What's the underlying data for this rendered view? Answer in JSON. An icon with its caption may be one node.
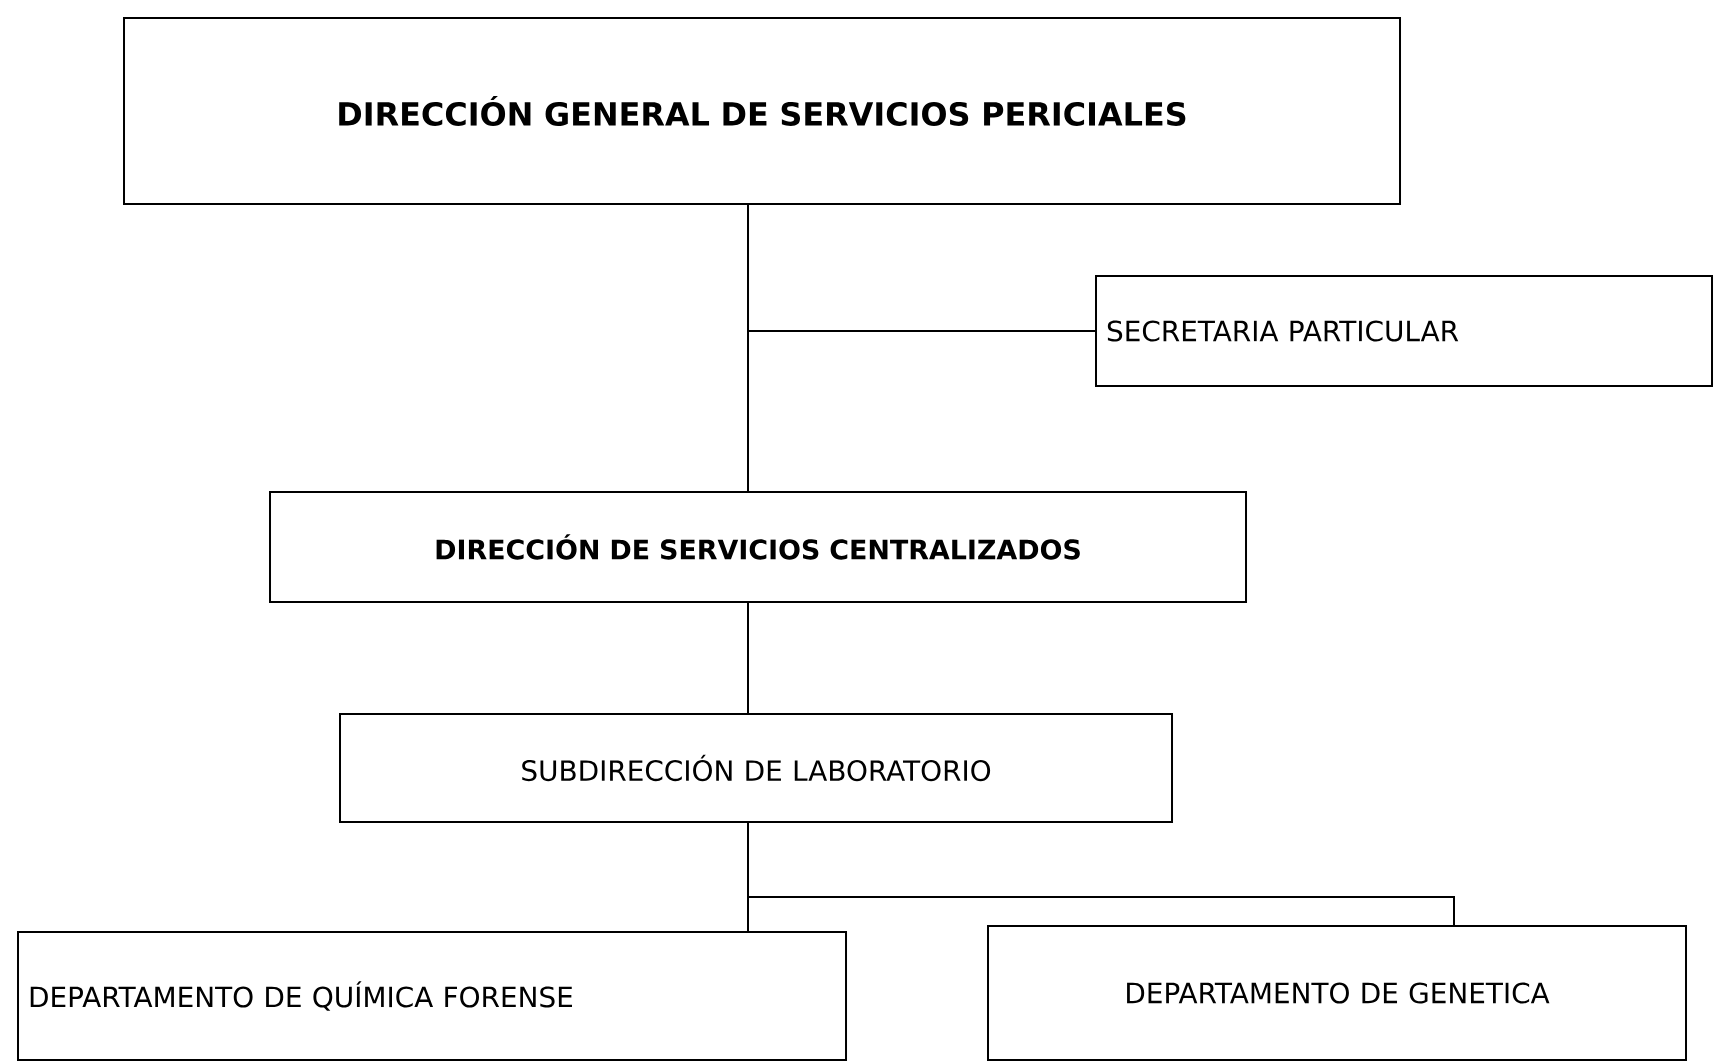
{
  "diagram": {
    "nodes": [
      {
        "text": [
          "DIRECCIÓN GENERAL DE SERVICIOS PERICIALES"
        ]
      },
      {
        "text": [
          "SECRETARIA PARTICULAR"
        ]
      },
      {
        "text": [
          "DIRECCIÓN DE SERVICIOS CENTRALIZADOS"
        ]
      },
      {
        "text": [
          "SUBDIRECCIÓN DE LABORATORIO"
        ]
      },
      {
        "text": [
          "DEPARTAMENTO DE QUÍMICA FORENSE"
        ]
      },
      {
        "text": [
          "DEPARTAMENTO DE GENETICA"
        ]
      }
    ],
    "edges": [
      {
        "from": 0,
        "to": 2,
        "arrow": "none"
      },
      {
        "from": 0,
        "to": 1,
        "arrow": "none"
      },
      {
        "from": 2,
        "to": 3,
        "arrow": "none"
      },
      {
        "from": 3,
        "to": 4,
        "arrow": "none"
      },
      {
        "from": 3,
        "to": 5,
        "arrow": "none"
      }
    ]
  }
}
